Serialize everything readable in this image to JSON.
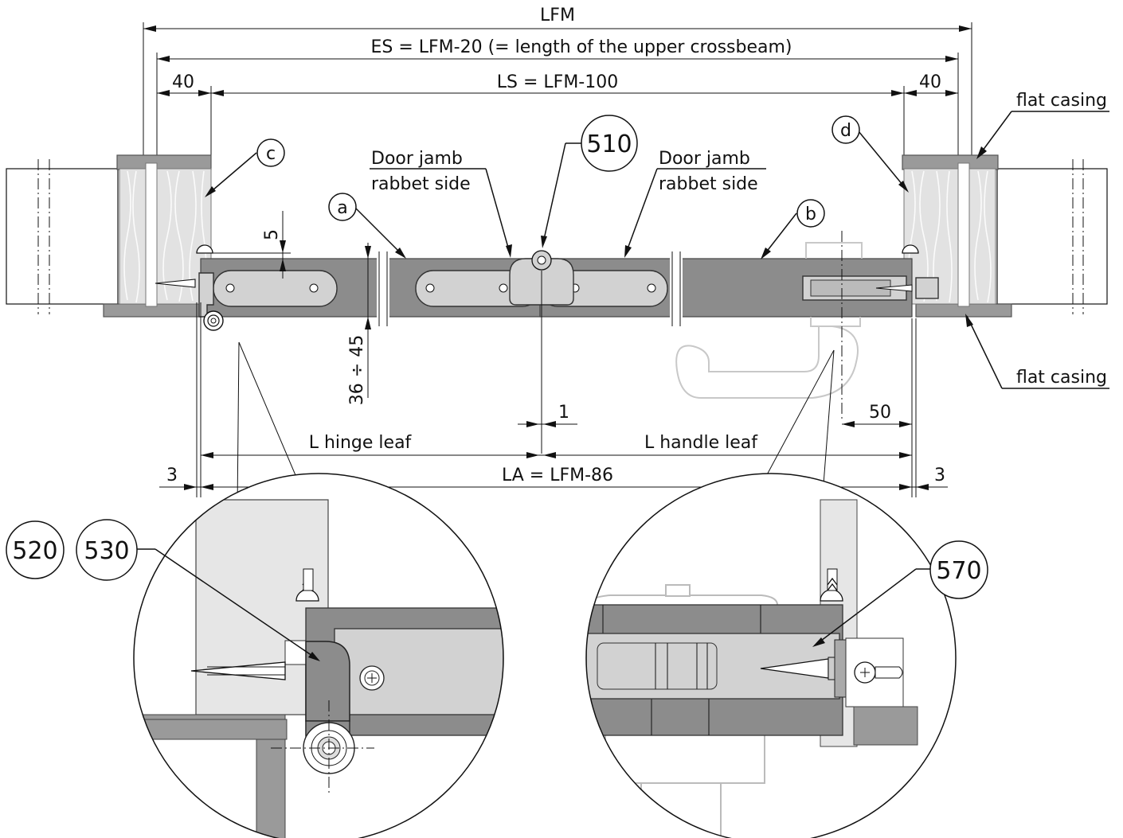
{
  "dimensions": {
    "lfm": "LFM",
    "es": "ES = LFM-20 (= length of the upper crossbeam)",
    "ls": "LS = LFM-100",
    "left_40": "40",
    "right_40": "40",
    "five": "5",
    "leaf_height": "36 ÷ 45",
    "one": "1",
    "fifty": "50",
    "l_hinge_leaf": "L hinge leaf",
    "l_handle_leaf": "L handle leaf",
    "la": "LA = LFM-86",
    "left_3": "3",
    "right_3": "3"
  },
  "labels": {
    "flat_casing_top": "flat casing",
    "flat_casing_bottom": "flat casing",
    "door_jamb_1_line1": "Door jamb",
    "door_jamb_1_line2": "rabbet side",
    "door_jamb_2_line1": "Door jamb",
    "door_jamb_2_line2": "rabbet side"
  },
  "callouts": {
    "a": "a",
    "b": "b",
    "c": "c",
    "d": "d",
    "part_510": "510",
    "part_520": "520",
    "part_530": "530",
    "part_570": "570"
  },
  "colors": {
    "leaf": "#8c8c8c",
    "wood": "#e2e2e2",
    "plate": "#d2d2d2",
    "casing": "#9a9a9a"
  }
}
